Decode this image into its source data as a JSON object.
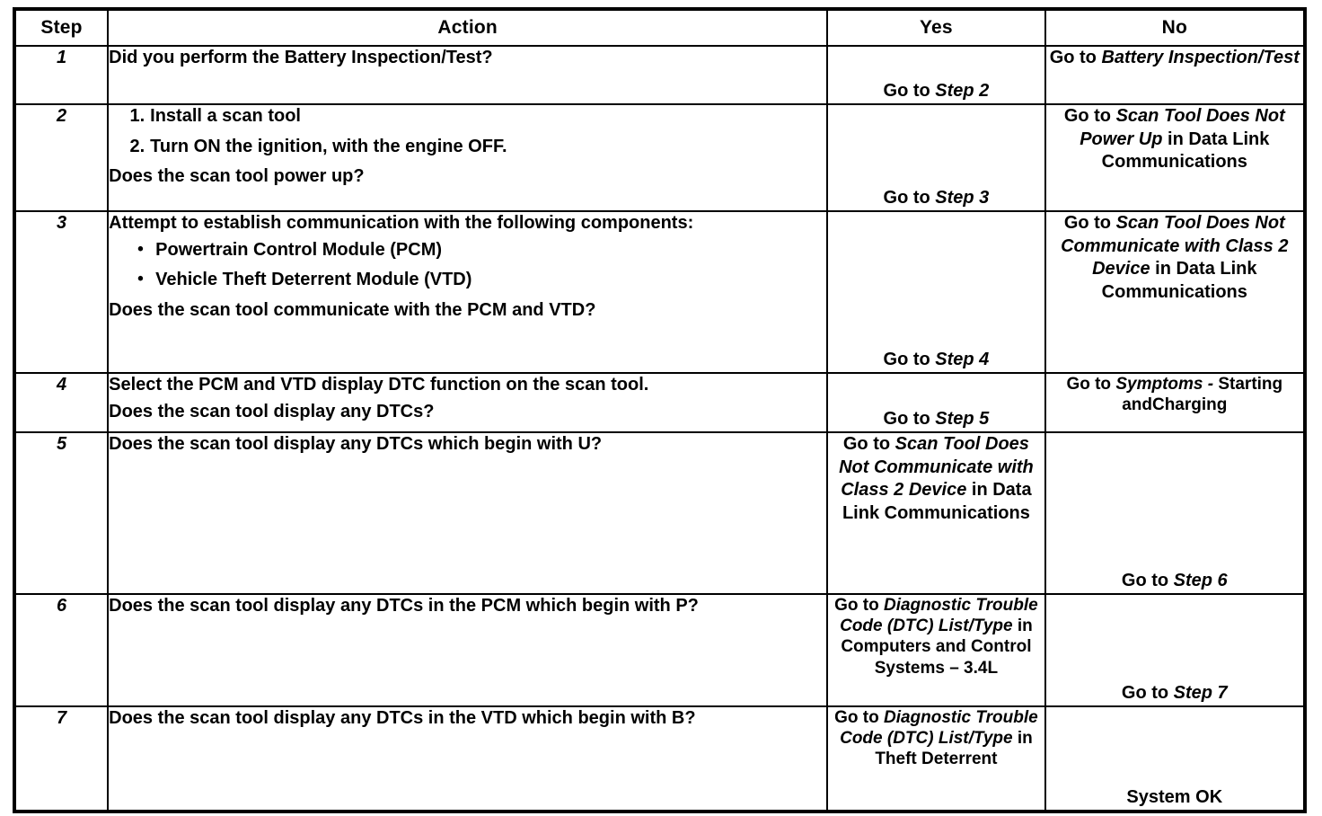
{
  "table": {
    "headers": {
      "step": "Step",
      "action": "Action",
      "yes": "Yes",
      "no": "No"
    },
    "rows": [
      {
        "step": "1",
        "action": {
          "lead": "Did you perform the Battery Inspection/Test?"
        },
        "yes": {
          "prefix": "Go to ",
          "ref": "Step 2",
          "suffix": ""
        },
        "no": {
          "prefix": "Go to ",
          "ref": "Battery Inspection/Test",
          "suffix": ""
        }
      },
      {
        "step": "2",
        "action": {
          "numbered": [
            "Install a scan tool",
            "Turn ON the ignition, with the engine OFF."
          ],
          "tail": "Does the scan tool power up?"
        },
        "yes": {
          "prefix": "Go to ",
          "ref": "Step 3",
          "suffix": ""
        },
        "no": {
          "prefix": "Go to ",
          "ref": "Scan Tool Does Not Power Up",
          "suffix": " in Data Link Communications"
        }
      },
      {
        "step": "3",
        "action": {
          "lead": "Attempt to establish communication with the following components:",
          "bullets": [
            "Powertrain Control Module (PCM)",
            "Vehicle Theft Deterrent Module (VTD)"
          ],
          "tail": "Does the scan tool communicate with the PCM and VTD?"
        },
        "yes": {
          "prefix": "Go to ",
          "ref": "Step 4",
          "suffix": ""
        },
        "no": {
          "prefix": "Go to ",
          "ref": "Scan Tool Does Not Communicate with Class 2 Device",
          "suffix": " in Data Link Communications"
        }
      },
      {
        "step": "4",
        "action": {
          "lead": "Select the PCM and VTD display DTC function on the scan tool.",
          "tail": "Does the scan tool display any DTCs?"
        },
        "yes": {
          "prefix": "Go to ",
          "ref": "Step 5",
          "suffix": ""
        },
        "no": {
          "prefix": "Go to ",
          "ref": "Symptoms -",
          "suffix": " Starting andCharging"
        }
      },
      {
        "step": "5",
        "action": {
          "lead": "Does the scan tool display any DTCs which begin with U?"
        },
        "yes": {
          "prefix": "Go to ",
          "ref": "Scan Tool Does Not Communicate with Class 2 Device",
          "suffix": " in Data Link Communications"
        },
        "no": {
          "prefix": "Go to ",
          "ref": "Step 6",
          "suffix": ""
        }
      },
      {
        "step": "6",
        "action": {
          "lead": "Does the scan tool display any DTCs in the PCM which begin with P?"
        },
        "yes": {
          "prefix": "Go to ",
          "ref": "Diagnostic Trouble Code (DTC) List/Type",
          "suffix": " in Computers and Control Systems – 3.4L"
        },
        "no": {
          "prefix": "Go to ",
          "ref": "Step 7",
          "suffix": ""
        }
      },
      {
        "step": "7",
        "action": {
          "lead": "Does the scan tool display any DTCs in the VTD which begin with B?"
        },
        "yes": {
          "prefix": "Go to ",
          "ref": "Diagnostic Trouble Code (DTC) List/Type",
          "suffix": " in Theft Deterrent"
        },
        "no": {
          "prefix": "",
          "ref": "",
          "suffix": "System OK"
        }
      }
    ]
  },
  "style": {
    "text_color": "#000000",
    "background": "#ffffff",
    "border_color": "#000000"
  }
}
